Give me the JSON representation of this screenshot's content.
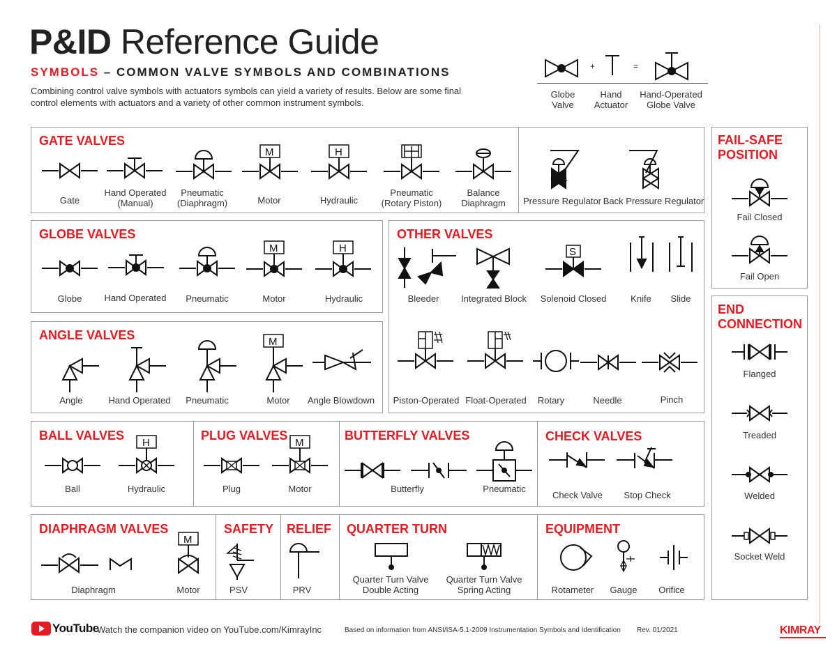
{
  "header": {
    "title_bold": "P&ID",
    "title_rest": "Reference Guide",
    "subtitle_red": "SYMBOLS",
    "subtitle_rest": "– COMMON VALVE SYMBOLS AND COMBINATIONS",
    "intro": "Combining control valve symbols with actuators symbols can yield a variety of results. Below are some final control elements with actuators and a variety of other common instrument symbols."
  },
  "combo": {
    "plus": "+",
    "equals": "=",
    "labels": [
      "Globe\nValve",
      "Hand\nActuator",
      "Hand-Operated\nGlobe Valve"
    ]
  },
  "gate": {
    "title": "GATE VALVES",
    "labels": [
      "Gate",
      "Hand Operated\n(Manual)",
      "Pneumatic\n(Diaphragm)",
      "Motor",
      "Hydraulic",
      "Pneumatic\n(Rotary Piston)",
      "Balance\nDiaphragm"
    ],
    "motor_letter": "M",
    "hydraulic_letter": "H"
  },
  "regulators": {
    "labels": [
      "Pressure Regulator",
      "Back Pressure Regulator"
    ]
  },
  "failsafe": {
    "title1": "FAIL-SAFE",
    "title2": "POSITION",
    "labels": [
      "Fail Closed",
      "Fail Open"
    ]
  },
  "globe": {
    "title": "GLOBE VALVES",
    "labels": [
      "Globe",
      "Hand Operated",
      "Pneumatic",
      "Motor",
      "Hydraulic"
    ],
    "motor_letter": "M",
    "hydraulic_letter": "H"
  },
  "other": {
    "title": "OTHER VALVES",
    "labels": [
      "Bleeder",
      "Integrated Block",
      "Solenoid Closed",
      "Knife",
      "Slide",
      "Piston-Operated",
      "Float-Operated",
      "Rotary",
      "Needle",
      "Pinch"
    ],
    "solenoid_letter": "S"
  },
  "endconn": {
    "title1": "END",
    "title2": "CONNECTION",
    "labels": [
      "Flanged",
      "Treaded",
      "Welded",
      "Socket Weld"
    ]
  },
  "angle": {
    "title": "ANGLE VALVES",
    "labels": [
      "Angle",
      "Hand Operated",
      "Pneumatic",
      "Motor",
      "Angle Blowdown"
    ],
    "motor_letter": "M"
  },
  "ball": {
    "title": "BALL VALVES",
    "labels": [
      "Ball",
      "Hydraulic"
    ],
    "hydraulic_letter": "H"
  },
  "plug": {
    "title": "PLUG VALVES",
    "labels": [
      "Plug",
      "Motor"
    ],
    "motor_letter": "M"
  },
  "butterfly": {
    "title": "BUTTERFLY VALVES",
    "labels": [
      "Butterfly",
      "Pneumatic"
    ]
  },
  "check": {
    "title": "CHECK VALVES",
    "labels": [
      "Check Valve",
      "Stop Check"
    ]
  },
  "diaphragm": {
    "title": "DIAPHRAGM VALVES",
    "labels": [
      "Diaphragm",
      "Motor"
    ],
    "motor_letter": "M"
  },
  "safety": {
    "title": "SAFETY",
    "labels": [
      "PSV"
    ]
  },
  "relief": {
    "title": "RELIEF",
    "labels": [
      "PRV"
    ]
  },
  "quarter": {
    "title": "QUARTER TURN",
    "labels": [
      "Quarter Turn Valve\nDouble Acting",
      "Quarter Turn Valve\nSpring Acting"
    ]
  },
  "equipment": {
    "title": "EQUIPMENT",
    "labels": [
      "Rotameter",
      "Gauge",
      "Orifice"
    ]
  },
  "footer": {
    "youtube": "YouTube",
    "watch": "Watch the companion video on YouTube.com/KimrayInc",
    "source": "Based on information from ANSI/ISA-5.1-2009 Instrumentation Symbols and Identification",
    "rev": "Rev. 01/2021",
    "brand": "KIMRAY"
  },
  "colors": {
    "accent": "#e31b23",
    "border": "#999999",
    "ink": "#111111"
  }
}
